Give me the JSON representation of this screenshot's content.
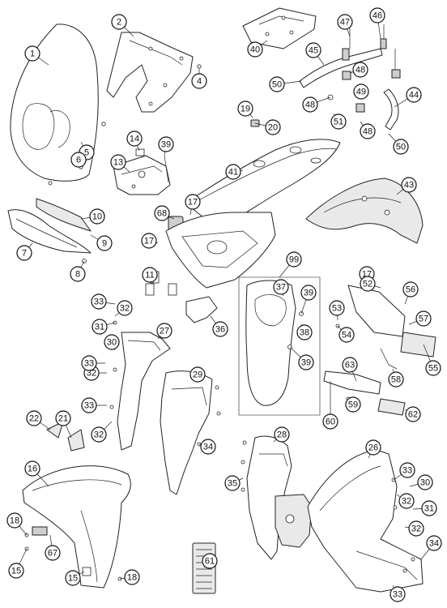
{
  "diagram": {
    "type": "exploded-parts-diagram",
    "callouts": [
      "1",
      "2",
      "4",
      "5",
      "6",
      "7",
      "8",
      "9",
      "10",
      "11",
      "13",
      "14",
      "15",
      "15",
      "16",
      "17",
      "17",
      "17",
      "18",
      "18",
      "19",
      "20",
      "21",
      "22",
      "26",
      "27",
      "28",
      "29",
      "30",
      "30",
      "31",
      "31",
      "32",
      "32",
      "32",
      "32",
      "32",
      "33",
      "33",
      "33",
      "33",
      "33",
      "34",
      "34",
      "35",
      "36",
      "37",
      "38",
      "39",
      "39",
      "39",
      "40",
      "41",
      "43",
      "44",
      "45",
      "46",
      "47",
      "48",
      "48",
      "48",
      "49",
      "50",
      "50",
      "51",
      "52",
      "53",
      "54",
      "55",
      "56",
      "57",
      "58",
      "59",
      "60",
      "61",
      "62",
      "63",
      "67",
      "68",
      "99"
    ]
  }
}
